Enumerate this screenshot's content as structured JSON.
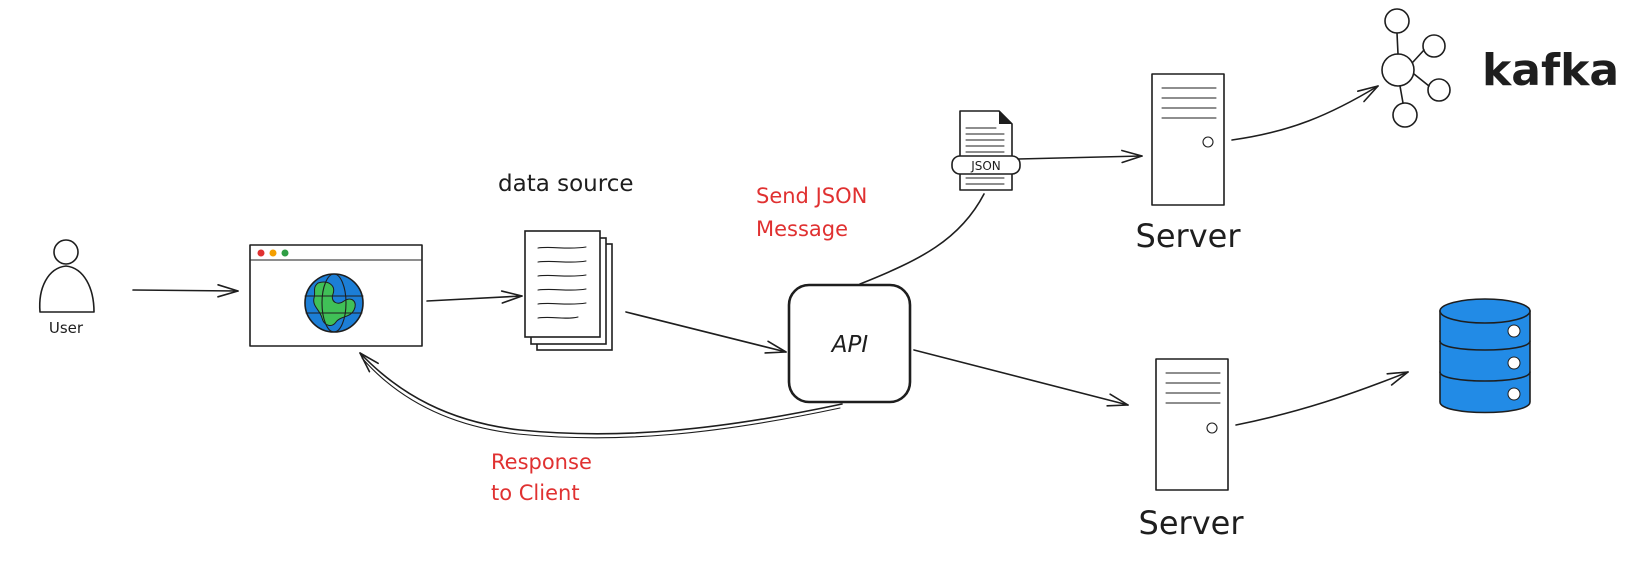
{
  "labels": {
    "user": "User",
    "data_source": "data source",
    "send_json": "Send JSON",
    "message": "Message",
    "json_badge": "JSON",
    "api": "API",
    "server_top": "Server",
    "server_bottom": "Server",
    "kafka": "kafka",
    "response": "Response",
    "to_client": "to Client"
  },
  "icons": {
    "user": "user-icon",
    "browser": "browser-window-icon",
    "globe": "globe-icon",
    "documents": "documents-icon",
    "json_file": "json-file-icon",
    "server": "server-icon",
    "kafka": "kafka-logo-icon",
    "database": "database-icon"
  },
  "colors": {
    "ink": "#1e1e1e",
    "annotation": "#e03131",
    "globe_ocean": "#1c7ed6",
    "globe_land": "#40c057",
    "database": "#228be6",
    "dot_red": "#e03131",
    "dot_yellow": "#f59f00",
    "dot_green": "#2f9e44"
  }
}
